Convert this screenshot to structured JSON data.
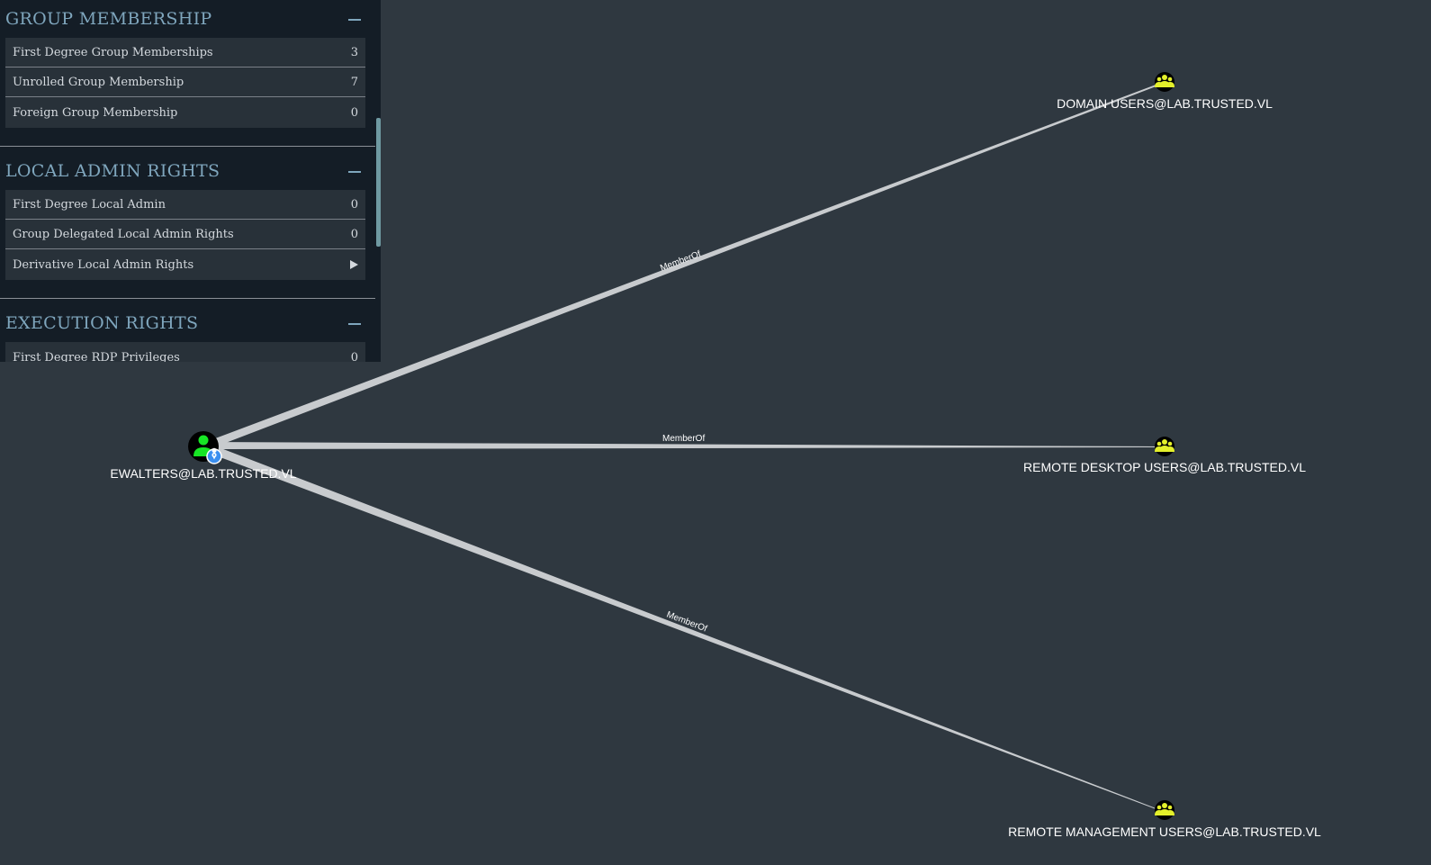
{
  "sidebar": {
    "sections": [
      {
        "title": "GROUP MEMBERSHIP",
        "rows": [
          {
            "label": "First Degree Group Memberships",
            "value": "3"
          },
          {
            "label": "Unrolled Group Membership",
            "value": "7"
          },
          {
            "label": "Foreign Group Membership",
            "value": "0"
          }
        ]
      },
      {
        "title": "LOCAL ADMIN RIGHTS",
        "rows": [
          {
            "label": "First Degree Local Admin",
            "value": "0"
          },
          {
            "label": "Group Delegated Local Admin Rights",
            "value": "0"
          },
          {
            "label": "Derivative Local Admin Rights",
            "icon": "play-icon"
          }
        ]
      },
      {
        "title": "EXECUTION RIGHTS",
        "rows": [
          {
            "label": "First Degree RDP Privileges",
            "value": "0"
          }
        ]
      }
    ]
  },
  "graph": {
    "nodes": [
      {
        "id": "user",
        "label": "EWALTERS@LAB.TRUSTED.VL",
        "icon": "user-icon",
        "badge_icon": "shield-pin-icon"
      },
      {
        "id": "g1",
        "label": "DOMAIN USERS@LAB.TRUSTED.VL",
        "icon": "group-icon"
      },
      {
        "id": "g2",
        "label": "REMOTE DESKTOP USERS@LAB.TRUSTED.VL",
        "icon": "group-icon"
      },
      {
        "id": "g3",
        "label": "REMOTE MANAGEMENT USERS@LAB.TRUSTED.VL",
        "icon": "group-icon"
      }
    ],
    "edges": [
      {
        "from": "user",
        "to": "g1",
        "label": "MemberOf"
      },
      {
        "from": "user",
        "to": "g2",
        "label": "MemberOf"
      },
      {
        "from": "user",
        "to": "g3",
        "label": "MemberOf"
      }
    ],
    "colors": {
      "background": "#2f3840",
      "edge": "#c8cbce",
      "user_node": "#17e625",
      "group_node": "#e4f02b",
      "badge": "#3b8ff0"
    }
  }
}
